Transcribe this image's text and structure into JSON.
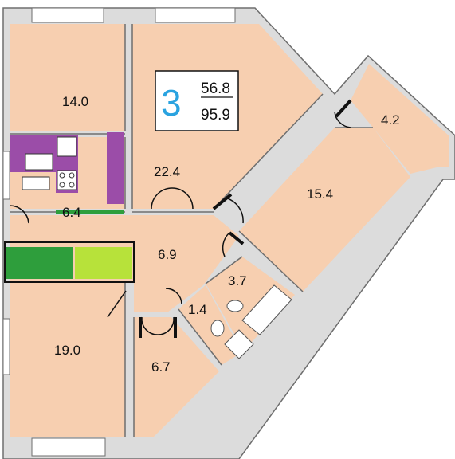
{
  "colors": {
    "floor": "#f7cfb0",
    "wall": "#dcdcdc",
    "wall_stroke": "#6e6e6e",
    "line": "#111111",
    "accent_blue": "#2aa3e0",
    "kitchen_purple": "#9b4da8",
    "green_dark": "#2e9e3c",
    "green_light": "#b7e23a"
  },
  "summary": {
    "rooms_count": "3",
    "living_area": "56.8",
    "total_area": "95.9"
  },
  "rooms": {
    "room_14_0": "14.0",
    "room_22_4": "22.4",
    "balcony_4_2": "4.2",
    "room_15_4": "15.4",
    "kitchen_6_4": "6.4",
    "hall_6_9": "6.9",
    "bath_3_7": "3.7",
    "wc_1_4": "1.4",
    "room_19_0": "19.0",
    "room_6_7": "6.7"
  }
}
